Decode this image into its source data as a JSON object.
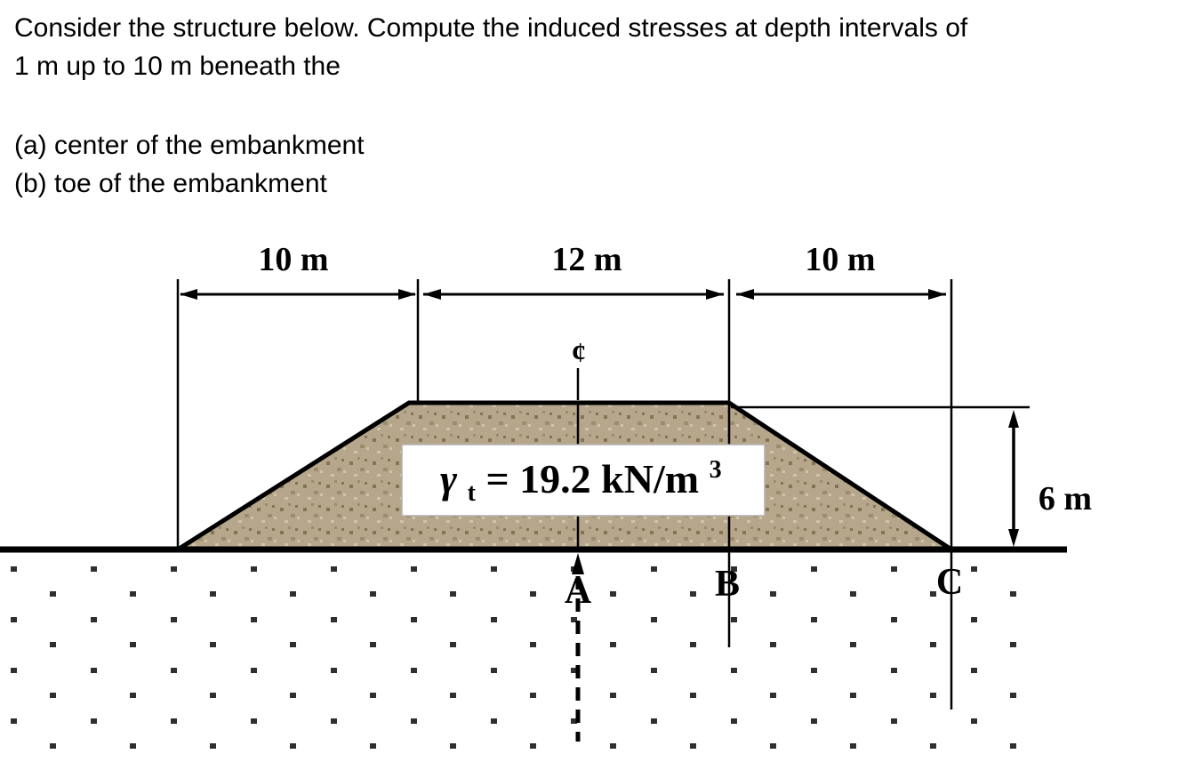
{
  "problem": {
    "line1": "Consider the structure below. Compute the induced stresses at depth intervals of",
    "line2": "1 m up to 10 m beneath the",
    "item_a": "(a) center of the embankment",
    "item_b": "(b) toe of the embankment"
  },
  "diagram": {
    "dim_left": "10 m",
    "dim_middle": "12 m",
    "dim_right": "10 m",
    "dim_height": "6 m",
    "centerline_symbol": "¢",
    "unit_weight": {
      "symbol": "γ",
      "subscript": "t",
      "rest": " = 19.2 kN/m",
      "exponent": "3"
    },
    "point_a": "A",
    "point_b": "B",
    "point_c": "C",
    "colors": {
      "embankment_base": "#b6a78c",
      "embankment_speckle_dark": "#857454",
      "embankment_speckle_mid": "#9c8c6e",
      "embankment_speckle_light": "#cfc3a8",
      "ground_dot": "#2f2f2f",
      "line": "#000000",
      "label_box_bg": "#ffffff",
      "label_box_border": "#b0b0b0"
    }
  }
}
